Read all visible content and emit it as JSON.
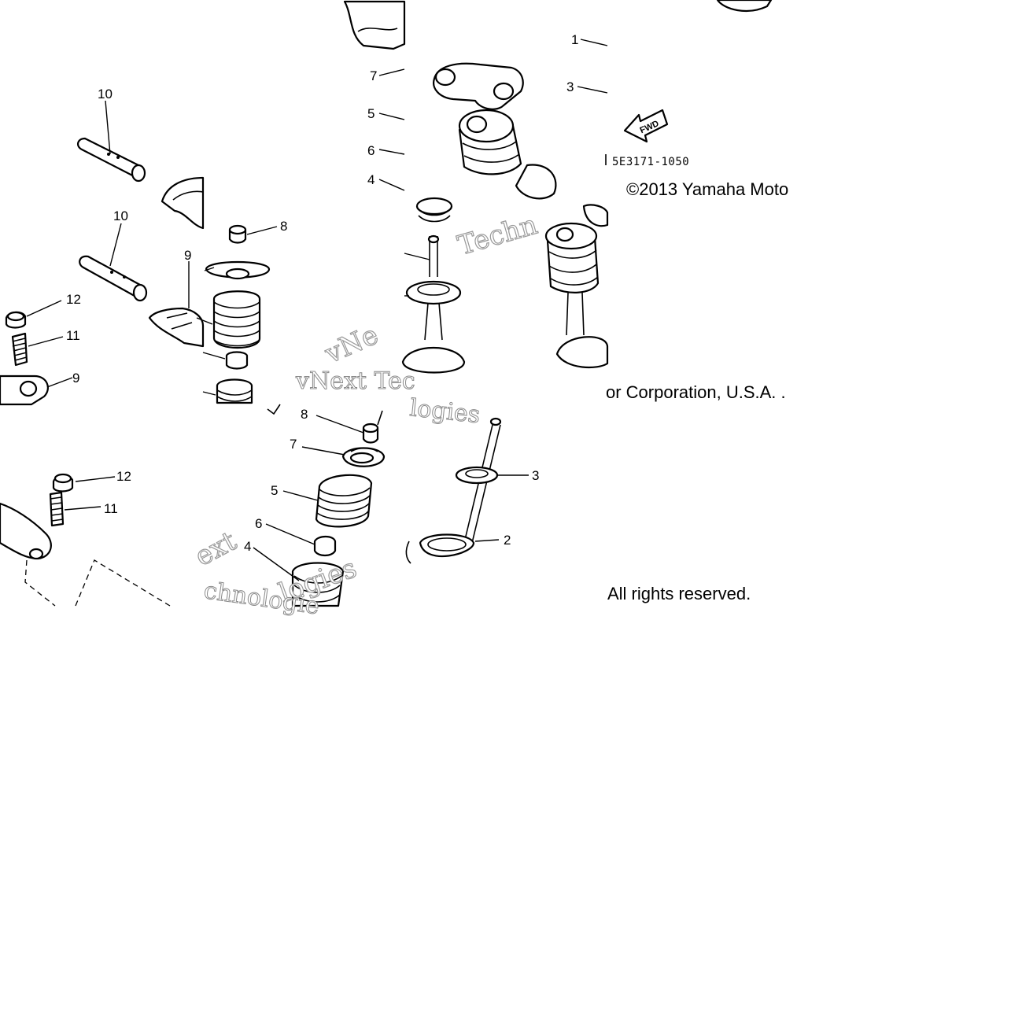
{
  "callouts": {
    "c1": "1",
    "c3a": "3",
    "c7a": "7",
    "c5a": "5",
    "c6a": "6",
    "c4a": "4",
    "c10a": "10",
    "c10b": "10",
    "c8a": "8",
    "c9a": "9",
    "c12a": "12",
    "c11a": "11",
    "c9b": "9",
    "c8b": "8",
    "c7b": "7",
    "c5b": "5",
    "c6b": "6",
    "c4b": "4",
    "c3b": "3",
    "c2": "2",
    "c12b": "12",
    "c11b": "11"
  },
  "fwd_arrow_label": "FWD",
  "part_code": "5E3171-1050",
  "copyright": {
    "line1": "©2013 Yamaha Moto",
    "line2": "or Corporation, U.S.A. .",
    "line3": "All rights reserved."
  },
  "watermarks": {
    "w1": "Techn",
    "w2": "vNe",
    "w3": "vNext Tec",
    "w4": "logies",
    "w5": "ext",
    "w6": "logies",
    "w7": "chnologie"
  }
}
